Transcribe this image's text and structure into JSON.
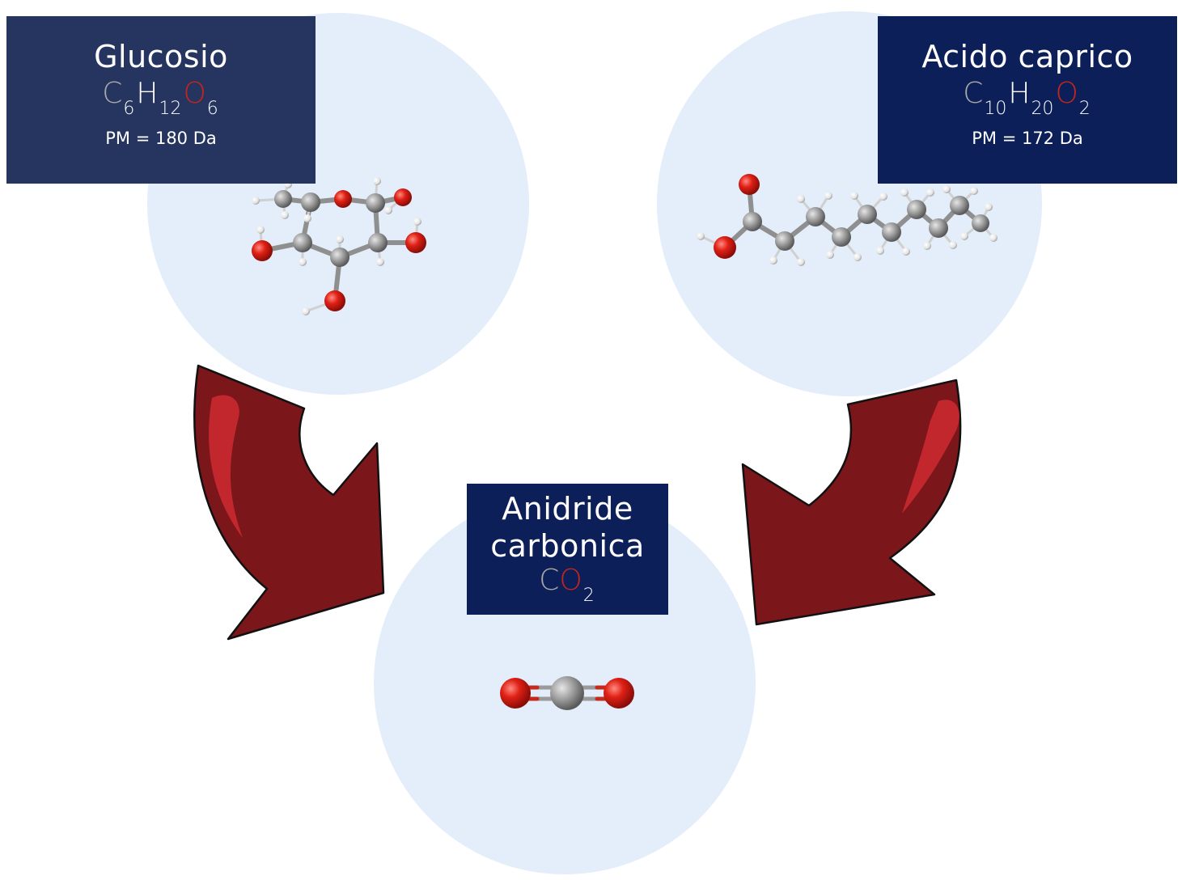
{
  "nodes": {
    "glucose": {
      "name": "Glucosio",
      "formula": [
        {
          "symbol": "C",
          "count": "6"
        },
        {
          "symbol": "H",
          "count": "12"
        },
        {
          "symbol": "O",
          "count": "6"
        }
      ],
      "molar_mass": "PM = 180 Da"
    },
    "capric_acid": {
      "name": "Acido caprico",
      "formula": [
        {
          "symbol": "C",
          "count": "10"
        },
        {
          "symbol": "H",
          "count": "20"
        },
        {
          "symbol": "O",
          "count": "2"
        }
      ],
      "molar_mass": "PM = 172 Da"
    },
    "carbon_dioxide": {
      "name_line1": "Anidride",
      "name_line2": "carbonica",
      "formula": [
        {
          "symbol": "C",
          "count": ""
        },
        {
          "symbol": "O",
          "count": "2"
        }
      ]
    }
  },
  "arrows": [
    {
      "from": "glucose",
      "to": "carbon_dioxide"
    },
    {
      "from": "capric_acid",
      "to": "carbon_dioxide"
    }
  ],
  "colors": {
    "circle_fill": "#e3eefa",
    "arrow_fill": "#7b161b",
    "arrow_highlight": "#c1272d",
    "label_box_glucose": "#253560",
    "label_box_dark": "#0c1f58",
    "carbon_color": "#a8a8a8",
    "oxygen_color": "#c0261f",
    "hydrogen_color": "#ffffff"
  },
  "icons": {
    "glucose_model": "glucose-ball-and-stick-icon",
    "capric_model": "capric-acid-ball-and-stick-icon",
    "co2_model": "co2-ball-and-stick-icon"
  }
}
